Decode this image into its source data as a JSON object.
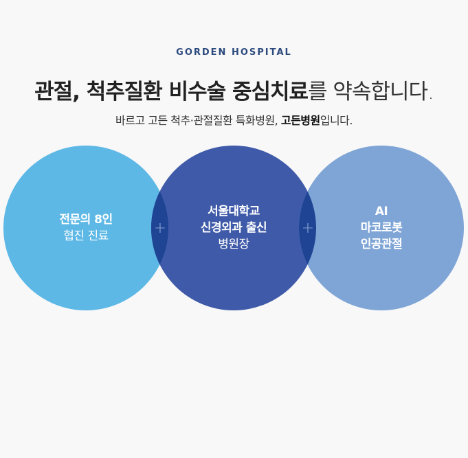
{
  "eyebrow": "GORDEN HOSPITAL",
  "headline": {
    "strong": "관절, 척추질환 비수술 중심치료",
    "light": "를 약속합니다."
  },
  "subline": {
    "prefix": "바르고 고든 척추·관절질환 특화병원, ",
    "brand": "고든병원",
    "suffix": "입니다."
  },
  "circles": [
    {
      "line1": "전문의 8인",
      "line2": "협진 진료",
      "color": "#5db8e6"
    },
    {
      "line1": "서울대학교",
      "line2": "신경외과 출신",
      "line3": "병원장",
      "color": "#3f5aa8"
    },
    {
      "line1": "AI",
      "line2": "마코로봇",
      "line3": "인공관절",
      "color": "#7fa5d6"
    }
  ],
  "plus_symbol": "+",
  "colors": {
    "overlap": "#1f4494",
    "navy": "#2c4a7e"
  }
}
